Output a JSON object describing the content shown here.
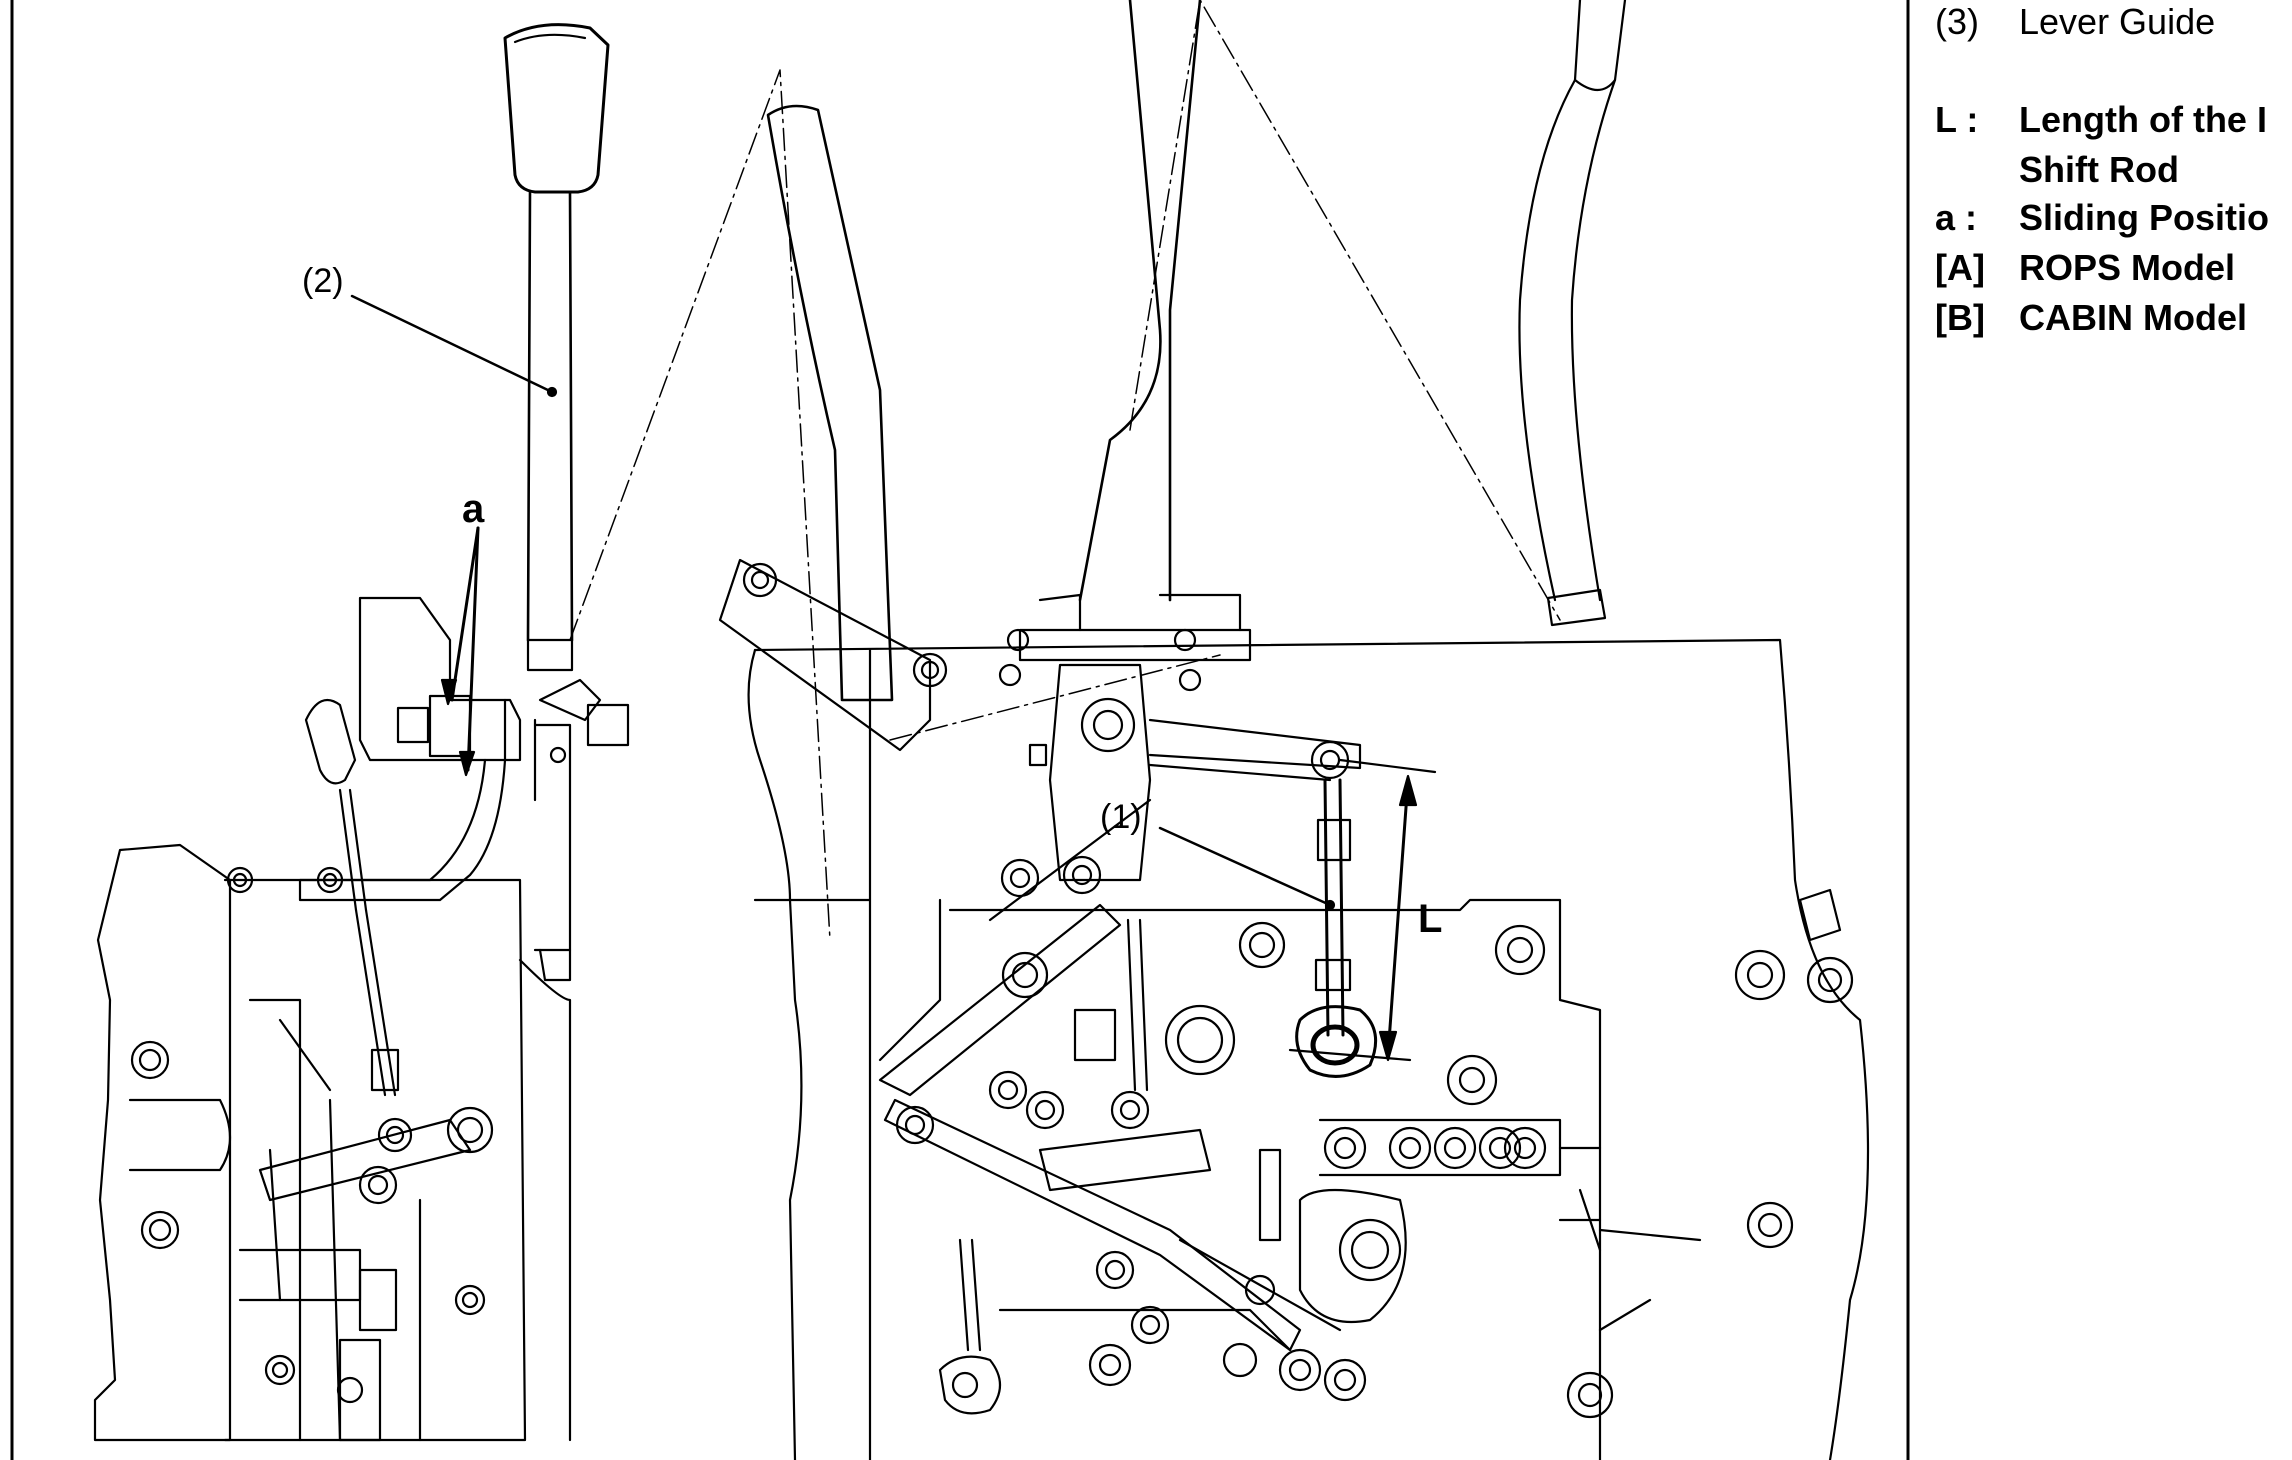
{
  "callouts": {
    "c1": "(1)",
    "c2": "(2)",
    "a": "a",
    "L": "L"
  },
  "legend": [
    {
      "key": "(3)",
      "text": "Lever Guide",
      "bold": false
    },
    {
      "key": "L :",
      "text": "Length of the I",
      "bold": true
    },
    {
      "key": "",
      "text": "Shift Rod",
      "bold": true
    },
    {
      "key": "a :",
      "text": "Sliding Positio",
      "bold": true
    },
    {
      "key": "[A]",
      "text": "ROPS Model",
      "bold": true
    },
    {
      "key": "[B]",
      "text": "CABIN Model",
      "bold": true
    }
  ]
}
